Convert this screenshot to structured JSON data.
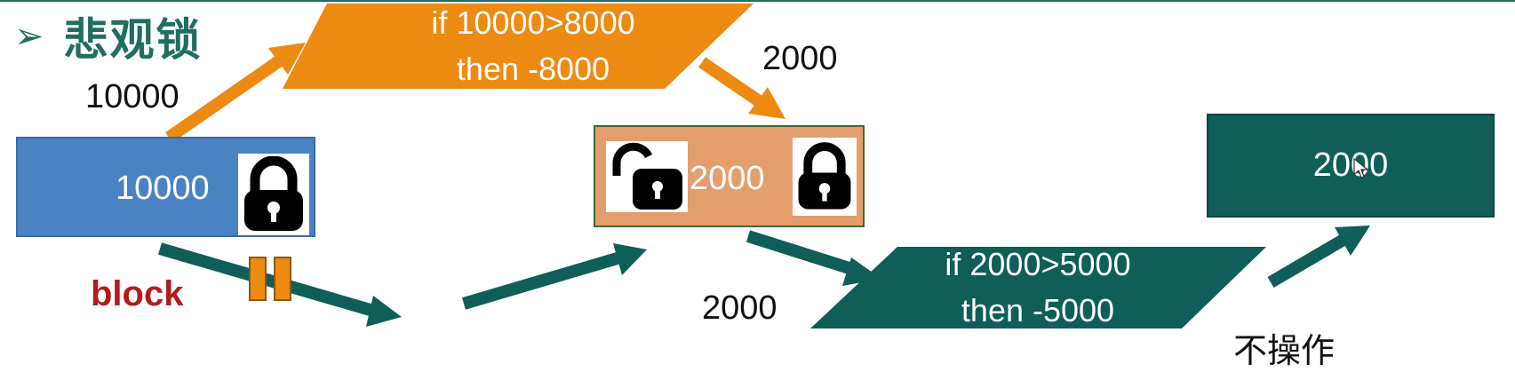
{
  "title": {
    "bullet": "➢",
    "text": "悲观锁"
  },
  "labels": {
    "balance_start": "10000",
    "result_top": "2000",
    "balance_bottom": "2000",
    "no_operation": "不操作",
    "block": "block"
  },
  "boxes": {
    "left": {
      "value": "10000",
      "color": "#4a82c4"
    },
    "middle": {
      "value": "2000",
      "color": "#e49e6e"
    },
    "right": {
      "value": "2000",
      "color": "#0f5e57"
    }
  },
  "conditions": {
    "top": {
      "line1": "if 10000>8000",
      "line2": "then -8000",
      "color": "#ec8a12"
    },
    "bottom": {
      "line1": "if 2000>5000",
      "line2": "then -5000",
      "color": "#0f5e57"
    }
  },
  "icons": {
    "left_lock": "locked-padlock-icon",
    "middle_unlock": "unlocked-padlock-icon",
    "middle_lock": "locked-padlock-icon",
    "pause": "pause-icon",
    "cursor": "mouse-cursor-icon"
  }
}
